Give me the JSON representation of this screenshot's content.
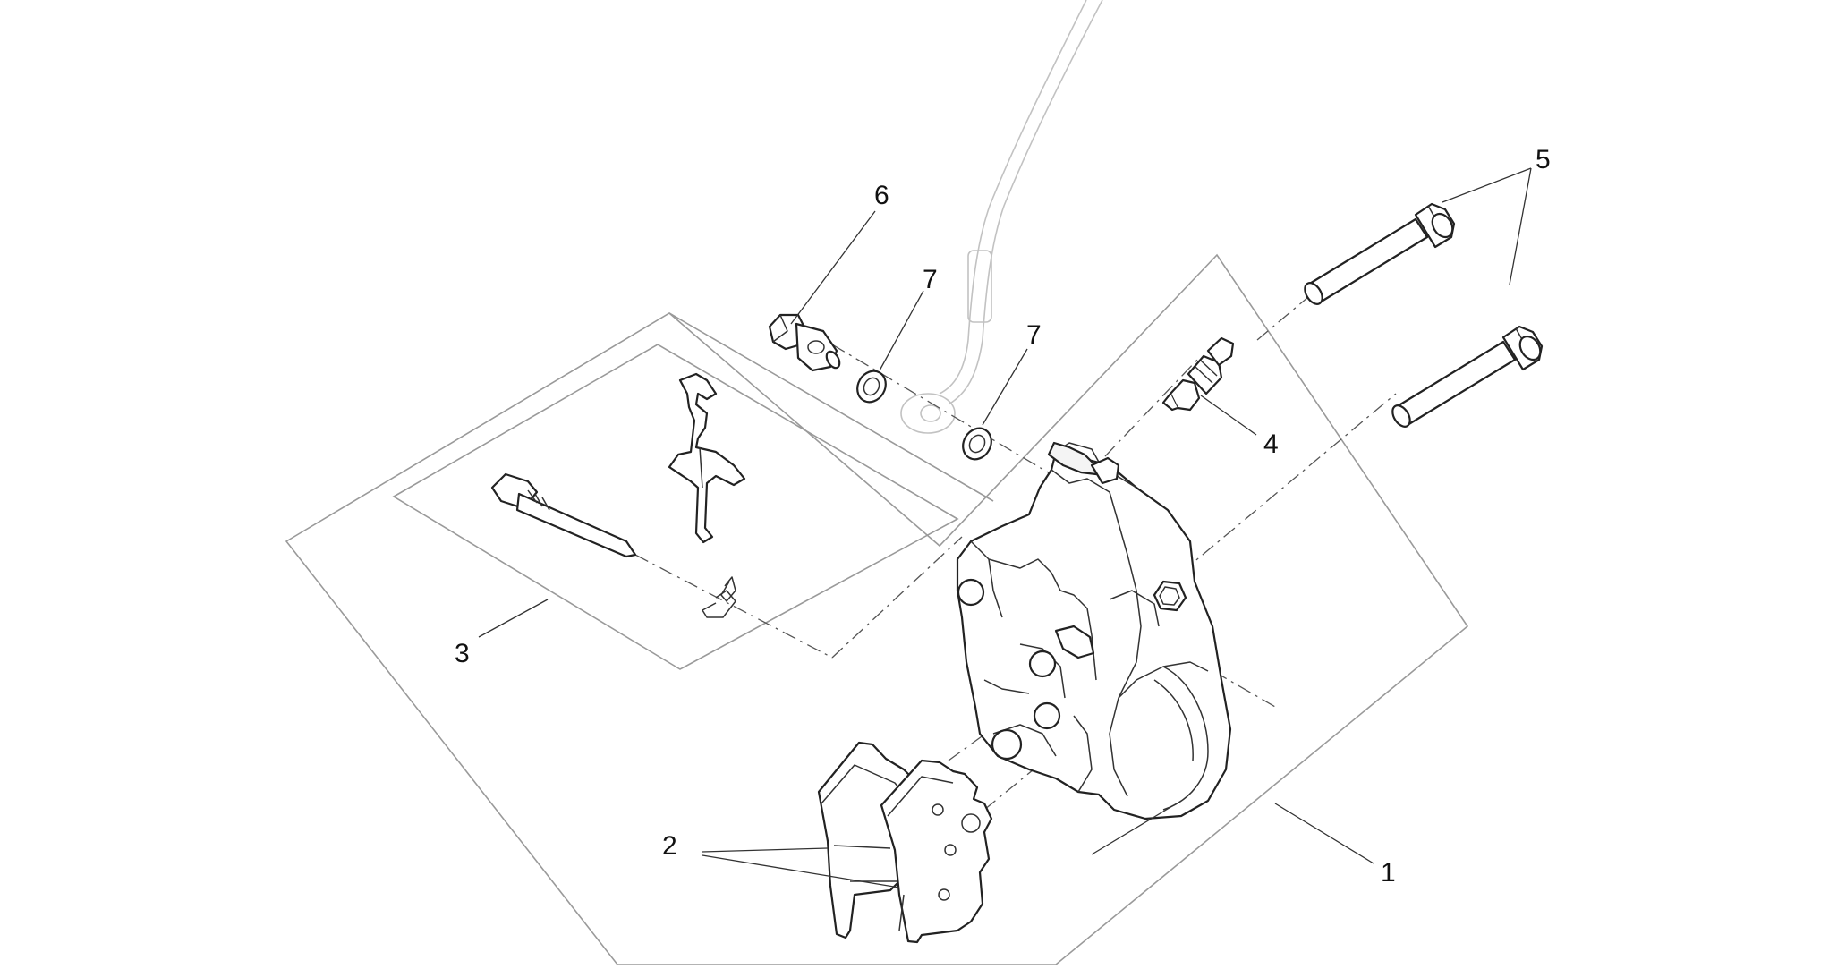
{
  "diagram": {
    "callouts": [
      "1",
      "2",
      "3",
      "4",
      "5",
      "6",
      "7",
      "7"
    ]
  },
  "icons": {
    "caliper": "brake-caliper-icon",
    "pads": "brake-pad-icon",
    "pin": "pad-pin-icon",
    "spring": "pad-spring-icon",
    "clip": "r-clip-icon",
    "bleeder": "bleeder-valve-icon",
    "bolt": "caliper-bolt-icon",
    "banjo": "banjo-bolt-icon",
    "washer": "sealing-washer-icon",
    "hose": "brake-hose-icon"
  },
  "colors": {
    "line": "#222222",
    "outline": "#9a9a9a",
    "faint": "#c2c2c2"
  }
}
